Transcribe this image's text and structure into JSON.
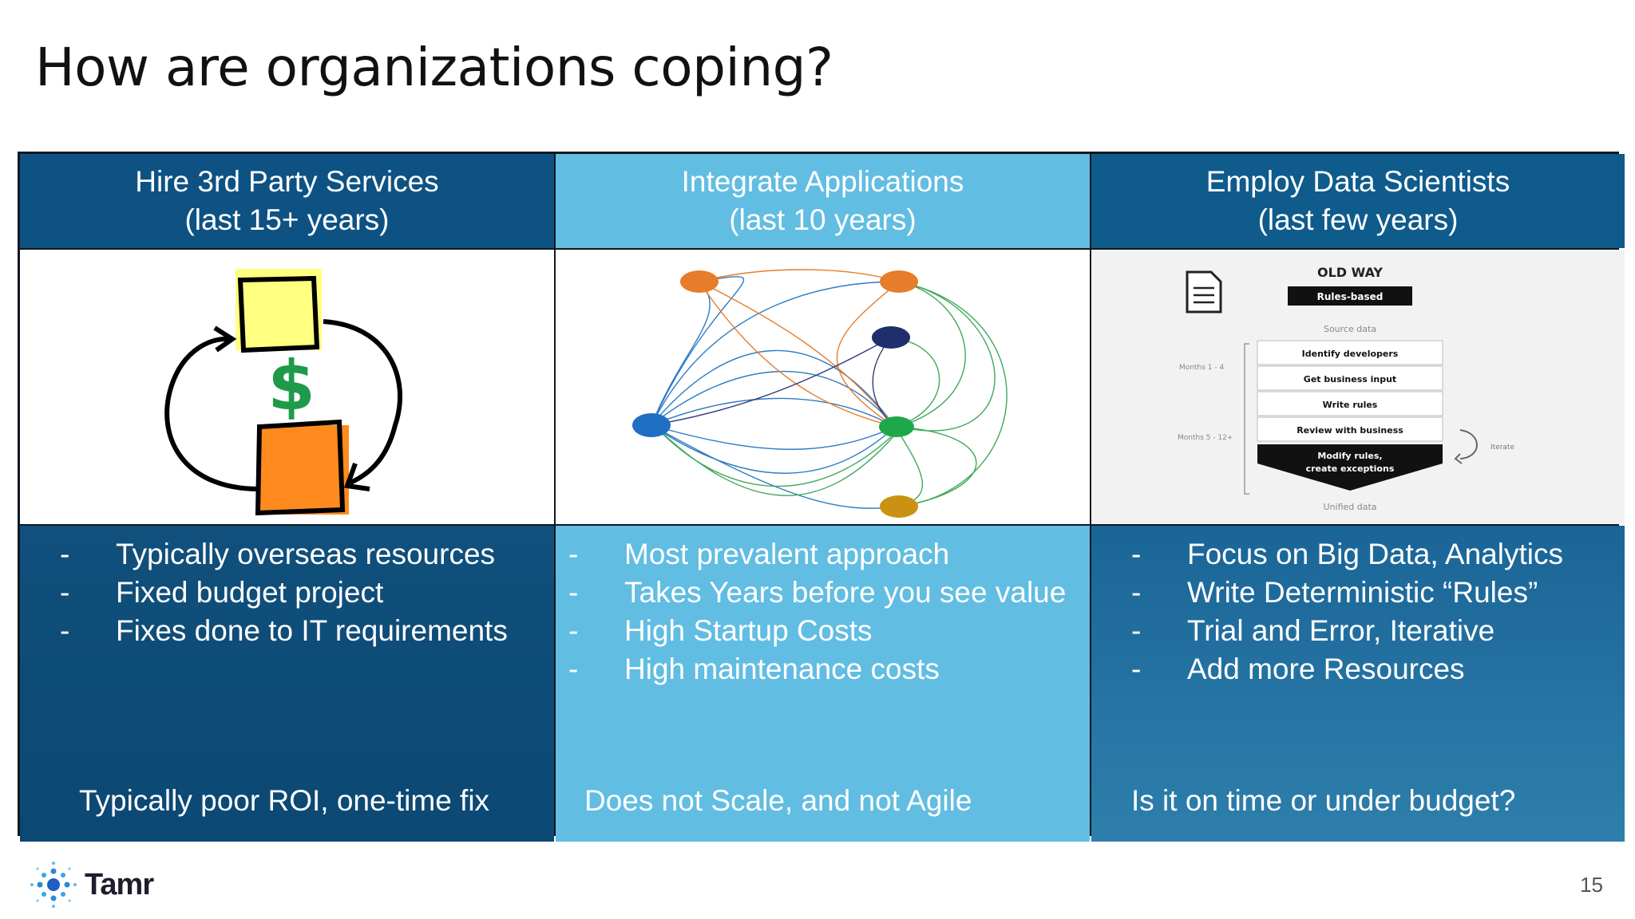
{
  "slide": {
    "title": "How are organizations coping?",
    "page_number": "15"
  },
  "columns": [
    {
      "header_line1": "Hire 3rd Party Services",
      "header_line2": "(last 15+ years)",
      "bullets": [
        "Typically overseas resources",
        "Fixed budget project",
        "Fixes done to IT requirements"
      ],
      "conclusion": "Typically poor ROI, one-time fix"
    },
    {
      "header_line1": "Integrate Applications",
      "header_line2": "(last 10 years)",
      "bullets": [
        "Most prevalent approach",
        "Takes Years before you see value",
        "High Startup Costs",
        "High maintenance costs"
      ],
      "conclusion": "Does not Scale, and not Agile"
    },
    {
      "header_line1": "Employ Data Scientists",
      "header_line2": "(last few years)",
      "bullets": [
        "Focus on Big Data, Analytics",
        "Write Deterministic “Rules”",
        "Trial and Error, Iterative",
        "Add more Resources"
      ],
      "conclusion": "Is it on time or under budget?"
    }
  ],
  "old_way_diagram": {
    "title": "OLD WAY",
    "badge": "Rules-based",
    "source": "Source data",
    "steps": [
      "Identify developers",
      "Get business input",
      "Write rules",
      "Review with business"
    ],
    "final_step_line1": "Modify rules,",
    "final_step_line2": "create exceptions",
    "months_a": "Months 1 - 4",
    "months_b": "Months 5 - 12+",
    "iterate": "Iterate",
    "output": "Unified data"
  },
  "dollar_sign": "$",
  "bullet_dash": "-",
  "logo": {
    "wordmark": "Tamr"
  },
  "colors": {
    "dark_blue": "#0e5283",
    "light_blue": "#62bde2",
    "mid_blue": "#1a6597"
  }
}
